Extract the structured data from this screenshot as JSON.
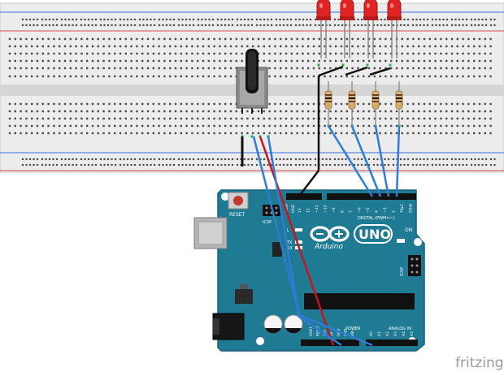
{
  "board": {
    "reset_label": "RESET",
    "icsp_label": "ICSP",
    "icsp2_label": "ICSP",
    "brand_label": "Arduino",
    "model_label": "UNO",
    "on_label": "ON",
    "tx_label": "TX",
    "rx_label": "RX",
    "l_label": "L",
    "digital_label": "DIGITAL (PWM=~)",
    "power_label": "POWER",
    "analog_label": "ANALOG IN",
    "aref_label": "AREF",
    "gnd_label": "GND",
    "digital_pins": [
      "13",
      "12",
      "~11",
      "~10",
      "~9",
      "8",
      "7",
      "~6",
      "~5",
      "4",
      "~3",
      "2",
      "TX▸1",
      "RX◂0"
    ],
    "power_pins": [
      "IOREF",
      "RESET",
      "3V3",
      "5V",
      "GND",
      "GND",
      "VIN"
    ],
    "analog_pins": [
      "A0",
      "A1",
      "A2",
      "A3",
      "A4",
      "A5"
    ]
  },
  "watermark": "fritzing",
  "colors": {
    "board": "#1f7a93",
    "board_dark": "#16627a",
    "breadboard": "#ececec",
    "rail_red": "#d84a4a",
    "rail_blue": "#3a6fd8",
    "led_red": "#e02424",
    "wire_blue": "#2f7bd6",
    "wire_red": "#c4161c",
    "wire_black": "#1a1a1a"
  },
  "icons": [
    "arduino-infinity-logo",
    "reset-button",
    "usb-connector",
    "dc-jack"
  ]
}
